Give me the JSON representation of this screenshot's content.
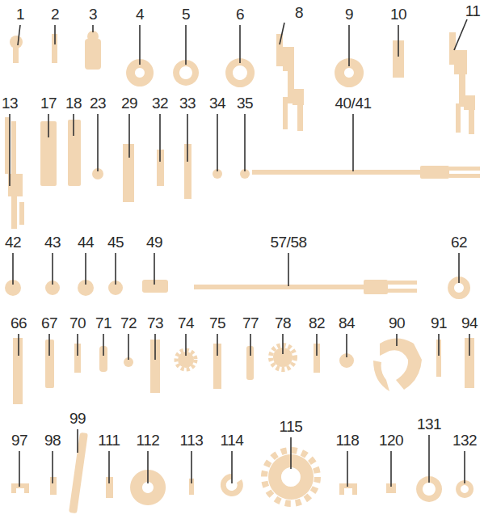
{
  "diagram": {
    "labels": [
      "1",
      "2",
      "3",
      "4",
      "5",
      "6",
      "8",
      "9",
      "10",
      "11",
      "13",
      "17",
      "18",
      "23",
      "29",
      "32",
      "33",
      "34",
      "35",
      "40/41",
      "42",
      "43",
      "44",
      "45",
      "49",
      "57/58",
      "62",
      "66",
      "67",
      "70",
      "71",
      "72",
      "73",
      "74",
      "75",
      "77",
      "78",
      "82",
      "84",
      "90",
      "91",
      "94",
      "97",
      "98",
      "99",
      "111",
      "112",
      "113",
      "114",
      "115",
      "118",
      "120",
      "131",
      "132"
    ]
  }
}
